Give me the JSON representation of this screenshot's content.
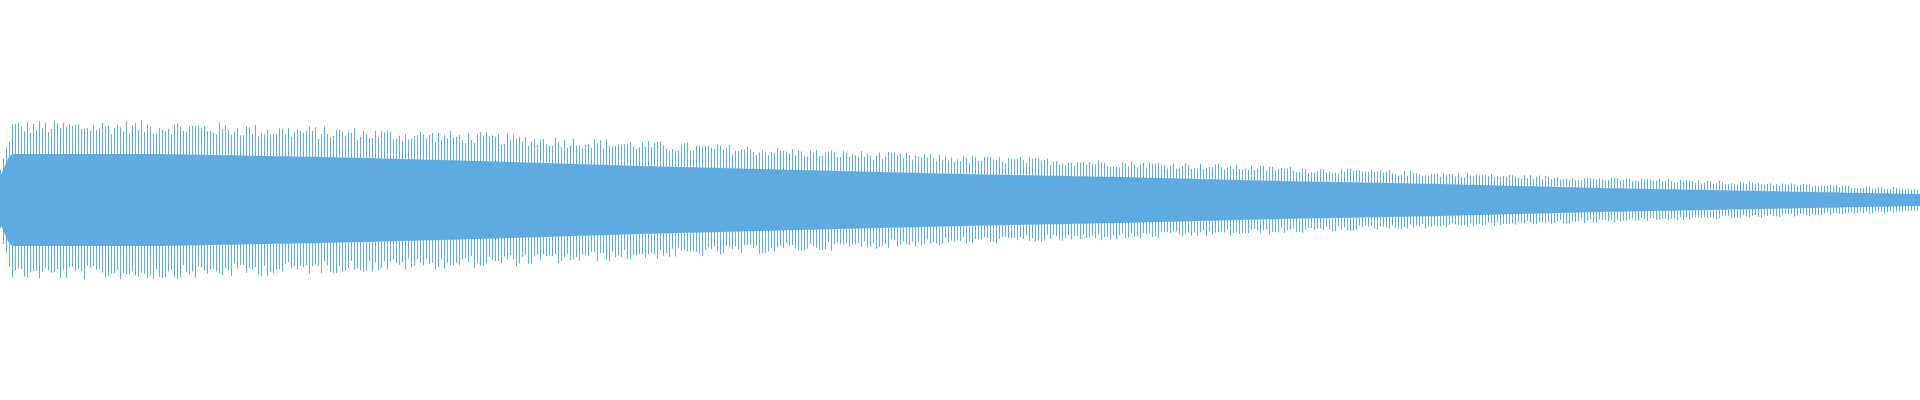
{
  "waveform": {
    "color": "#5eabe2",
    "background": "#ffffff",
    "envelope": {
      "outer_amplitude": [
        0.8,
        0.8,
        0.74,
        0.68,
        0.6,
        0.52,
        0.45,
        0.4,
        0.34,
        0.28,
        0.23,
        0.18,
        0.12
      ],
      "inner_amplitude": [
        0.46,
        0.46,
        0.43,
        0.39,
        0.34,
        0.3,
        0.26,
        0.23,
        0.19,
        0.16,
        0.12,
        0.09,
        0.06
      ]
    }
  }
}
